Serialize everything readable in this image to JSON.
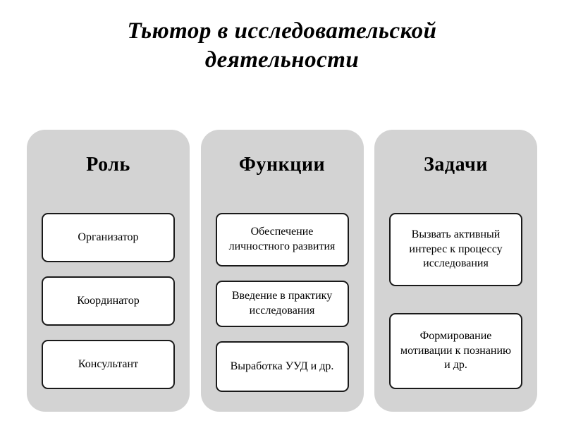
{
  "title": "Тьютор в исследовательской деятельности",
  "colors": {
    "column_background": "#d3d3d3",
    "box_background": "#ffffff",
    "box_border": "#1a1a1a",
    "text": "#000000"
  },
  "columns": [
    {
      "header": "Роль",
      "items": [
        "Организатор",
        "Координатор",
        "Консультант"
      ]
    },
    {
      "header": "Функции",
      "items": [
        "Обеспечение личностного развития",
        "Введение в практику исследования",
        "Выработка УУД и др."
      ]
    },
    {
      "header": "Задачи",
      "items": [
        "Вызвать активный интерес к процессу исследования",
        "Формирование мотивации к познанию и др."
      ]
    }
  ]
}
